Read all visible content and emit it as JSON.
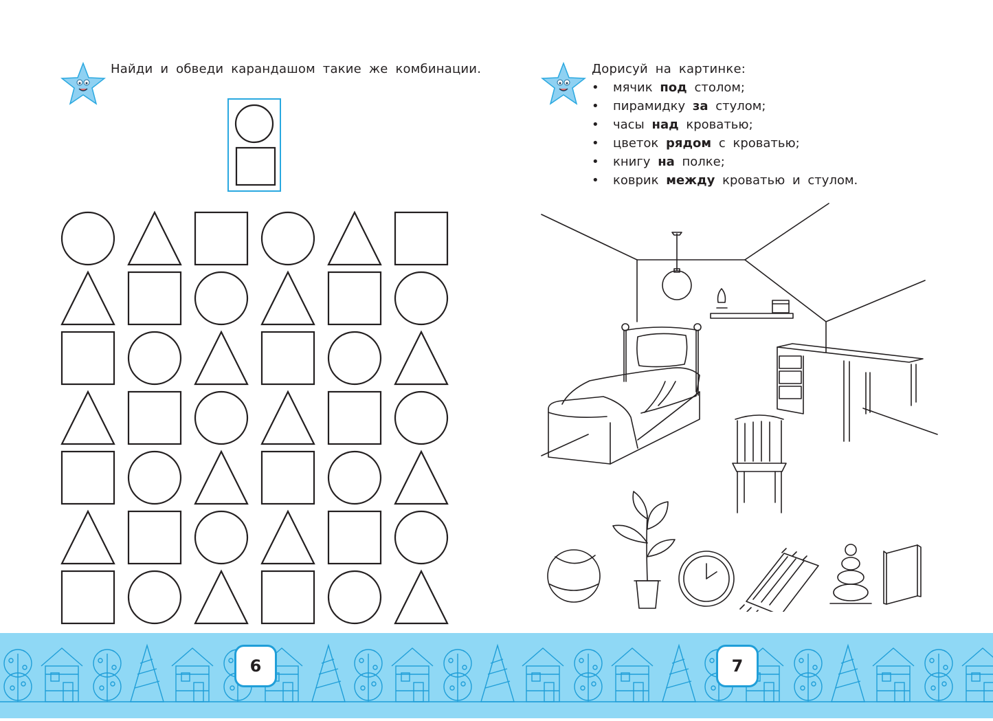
{
  "left_page": {
    "instruction": "Найди и обведи карандашом такие же комбинации.",
    "page_number": "6",
    "grid": [
      [
        "circle",
        "triangle",
        "square",
        "circle",
        "triangle",
        "square"
      ],
      [
        "triangle",
        "square",
        "circle",
        "triangle",
        "square",
        "circle"
      ],
      [
        "square",
        "circle",
        "triangle",
        "square",
        "circle",
        "triangle"
      ],
      [
        "triangle",
        "square",
        "circle",
        "triangle",
        "square",
        "circle"
      ],
      [
        "square",
        "circle",
        "triangle",
        "square",
        "circle",
        "triangle"
      ],
      [
        "triangle",
        "square",
        "circle",
        "triangle",
        "square",
        "circle"
      ],
      [
        "square",
        "circle",
        "triangle",
        "square",
        "circle",
        "triangle"
      ]
    ],
    "sample": [
      "circle",
      "square"
    ]
  },
  "right_page": {
    "instruction": "Дорисуй на картинке:",
    "page_number": "7",
    "items": [
      {
        "before": "мячик",
        "bold": "под",
        "after": "столом;"
      },
      {
        "before": "пирамидку",
        "bold": "за",
        "after": "стулом;"
      },
      {
        "before": "часы",
        "bold": "над",
        "after": "кроватью;"
      },
      {
        "before": "цветок",
        "bold": "рядом",
        "after": "с кроватью;"
      },
      {
        "before": "книгу",
        "bold": "на",
        "after": "полке;"
      },
      {
        "before": "коврик",
        "bold": "между",
        "after": "кроватью и стулом."
      }
    ],
    "objects": [
      "ball-icon",
      "plant-icon",
      "clock-icon",
      "rug-icon",
      "pyramid-icon",
      "book-icon"
    ]
  },
  "colors": {
    "accent": "#29a8e0",
    "footer": "#8fd8f5",
    "footer_line": "#1f9ed8",
    "ink": "#231f20"
  }
}
